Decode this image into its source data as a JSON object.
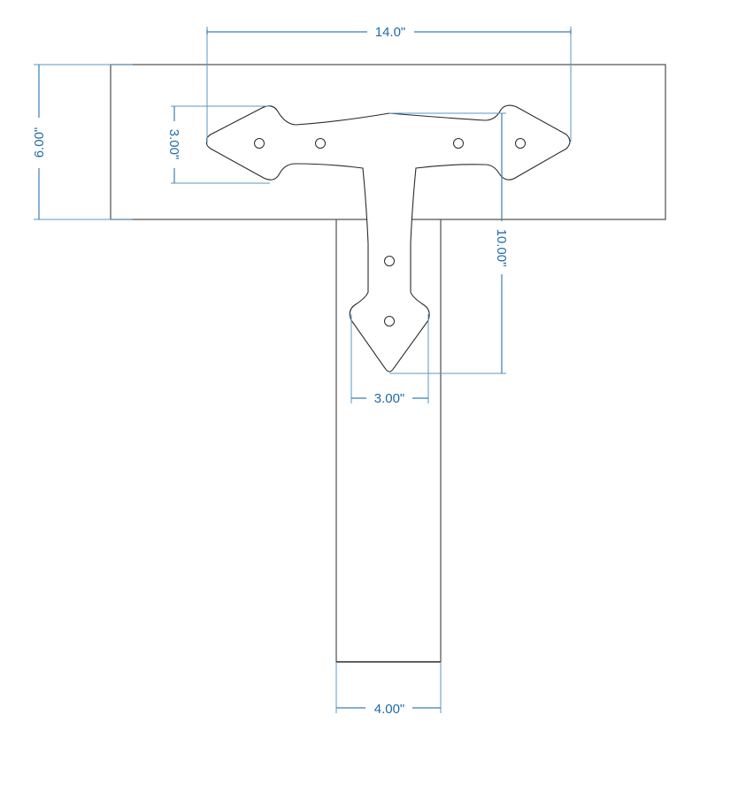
{
  "diagram": {
    "title": "T-hinge dimension drawing",
    "colors": {
      "dimension": "#1f6aa8",
      "outline": "#2a2a2a",
      "board": "#5a5a5a"
    },
    "dimensions": {
      "overall_width": "14.0\"",
      "rail_height": "6.00\"",
      "leaf_end_height": "3.00\"",
      "strap_length": "10.00\"",
      "strap_end_width": "3.00\"",
      "post_width": "4.00\""
    },
    "parts": {
      "rail": "horizontal board",
      "post": "vertical board",
      "hinge": "T-hinge with 6 screw holes"
    }
  }
}
